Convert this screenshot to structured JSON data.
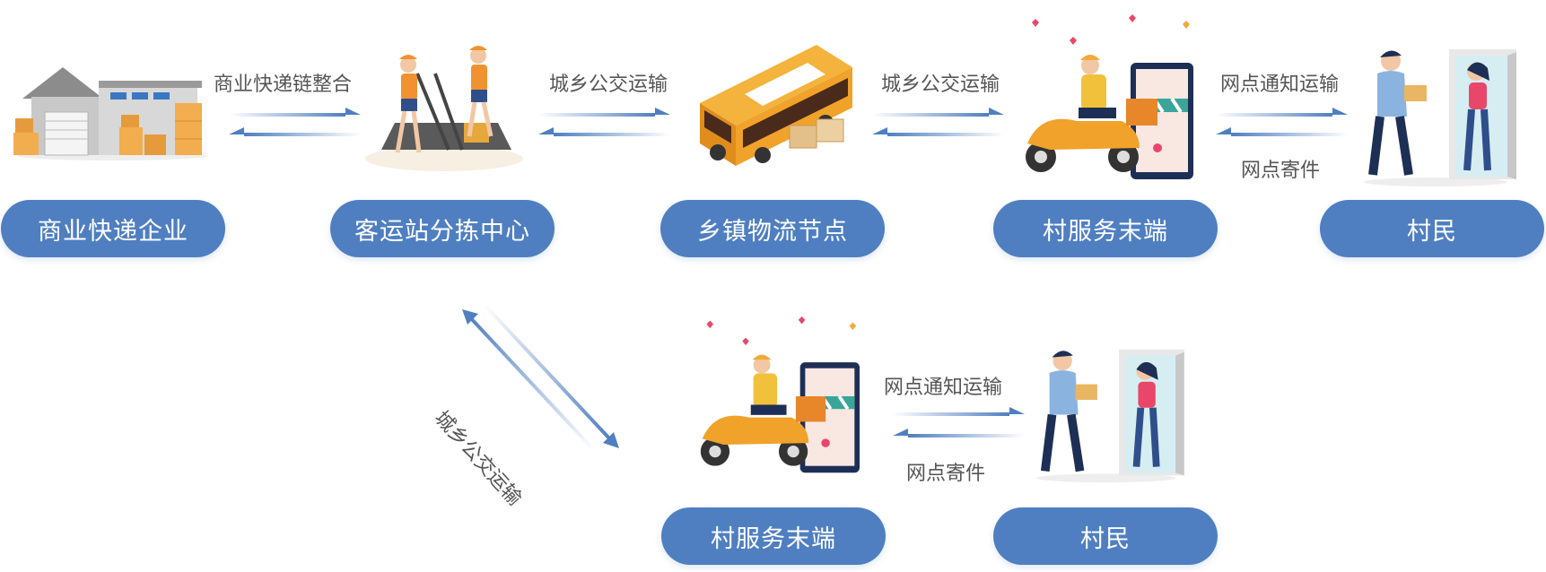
{
  "nodes": {
    "express_company": "商业快递企业",
    "sorting_center": "客运站分拣中心",
    "township_node": "乡镇物流节点",
    "village_terminal_top": "村服务末端",
    "villager_top": "村民",
    "village_terminal_bottom": "村服务末端",
    "villager_bottom": "村民"
  },
  "links": {
    "express_to_sorting": "商业快递链整合",
    "sorting_to_township": "城乡公交运输",
    "township_to_village": "城乡公交运输",
    "village_to_villager_notify": "网点通知运输",
    "villager_to_village_send": "网点寄件",
    "sorting_to_village_bottom": "城乡公交运输",
    "village_to_villager_notify_bottom": "网点通知运输",
    "villager_to_village_send_bottom": "网点寄件"
  },
  "colors": {
    "node_fill": "#4f7fc1",
    "arrow": "#4f7fc1",
    "accent_orange": "#f2a93b",
    "bus_orange": "#f0a22a"
  },
  "icons": [
    "warehouse-illustration",
    "sorting-workers-illustration",
    "bus-illustration",
    "scooter-courier-illustration",
    "villager-delivery-illustration"
  ]
}
